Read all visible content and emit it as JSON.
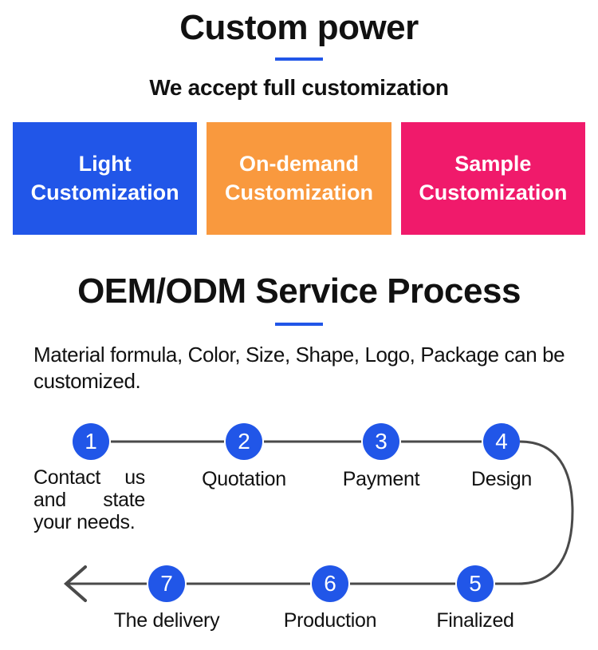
{
  "header": {
    "title": "Custom power",
    "subtitle": "We accept full customization"
  },
  "customization_boxes": [
    {
      "label": "Light Customization",
      "color": "#2156e8"
    },
    {
      "label": "On-demand Customization",
      "color": "#f9993e"
    },
    {
      "label": "Sample Customization",
      "color": "#f01a6b"
    }
  ],
  "process_section": {
    "heading": "OEM/ODM Service Process",
    "description": "Material formula, Color, Size, Shape, Logo, Package can be customized.",
    "steps": [
      {
        "number": "1",
        "label": "Contact us and state your needs."
      },
      {
        "number": "2",
        "label": "Quotation"
      },
      {
        "number": "3",
        "label": "Payment"
      },
      {
        "number": "4",
        "label": "Design"
      },
      {
        "number": "5",
        "label": "Finalized"
      },
      {
        "number": "6",
        "label": "Production"
      },
      {
        "number": "7",
        "label": "The delivery"
      }
    ]
  },
  "icons": {
    "flow_arrow": "left-arrow-icon"
  },
  "colors": {
    "accent_blue": "#2156e8",
    "box_orange": "#f9993e",
    "box_pink": "#f01a6b",
    "connector_gray": "#4a4a4a",
    "text_black": "#111111"
  }
}
